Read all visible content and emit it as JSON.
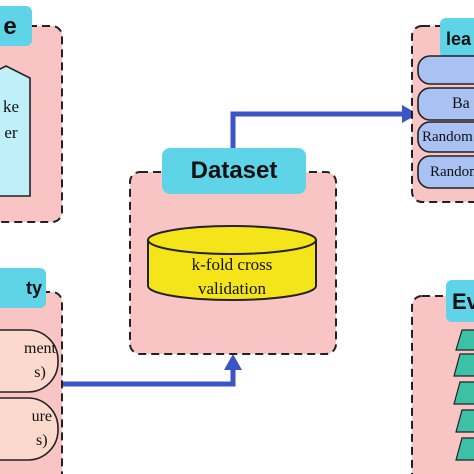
{
  "nodes": {
    "top_left_header": "e",
    "top_left_item": "ke\ner",
    "dataset_header": "Dataset",
    "dataset_item": "k-fold cross\nvalidation",
    "top_right_header": "lea",
    "top_right_items": [
      "",
      "Ba",
      "Random",
      "Random"
    ],
    "bottom_left_header": "ty",
    "bottom_left_items": [
      "ment\ns)",
      "ure\ns)"
    ],
    "bottom_right_header": "Ev"
  },
  "colors": {
    "panel_fill": "#f9c4c4",
    "header_fill": "#5fd3e8",
    "cylinder_fill": "#f5e41a",
    "arrow": "#3b55c9",
    "top_right_item_fill": "#a9c2f3",
    "bottom_left_item_fill": "#fbd9cc",
    "top_left_item_fill": "#bfeff8",
    "bottom_right_item_fill": "#3cc0a6"
  }
}
